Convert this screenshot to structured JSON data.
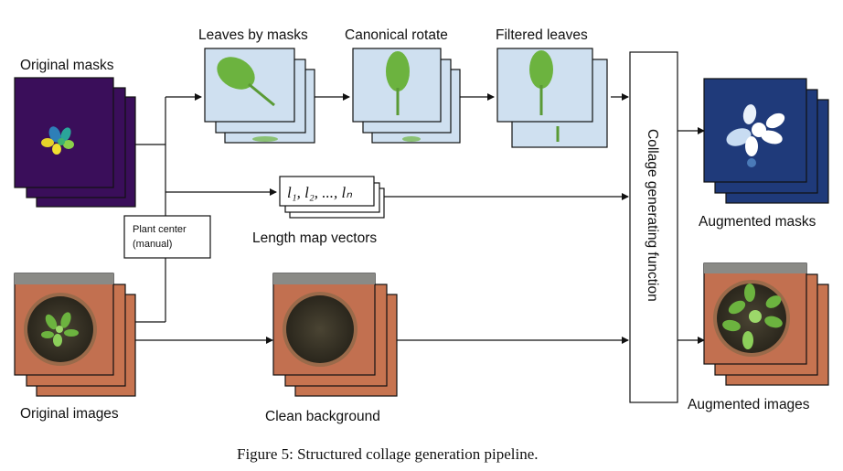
{
  "labels": {
    "original_masks": "Original masks",
    "original_images": "Original images",
    "leaves_by_masks": "Leaves by masks",
    "canonical_rotate": "Canonical rotate",
    "filtered_leaves": "Filtered leaves",
    "length_map_vectors": "Length map vectors",
    "plant_center_line1": "Plant center",
    "plant_center_line2": "(manual)",
    "clean_background": "Clean background",
    "collage_function": "Collage generating function",
    "augmented_masks": "Augmented masks",
    "augmented_images": "Augmented images"
  },
  "vector_formula": "l₁, l₂, ..., lₙ",
  "caption": "Figure 5: Structured collage generation pipeline.",
  "colors": {
    "mask_bg": "#3a0e5a",
    "leaf_panel_bg": "#cfe0f0",
    "aug_mask_bg": "#1f3a7a",
    "soil": "#3b3628",
    "tray": "#c77450",
    "leaf_green": "#6cb33f"
  }
}
